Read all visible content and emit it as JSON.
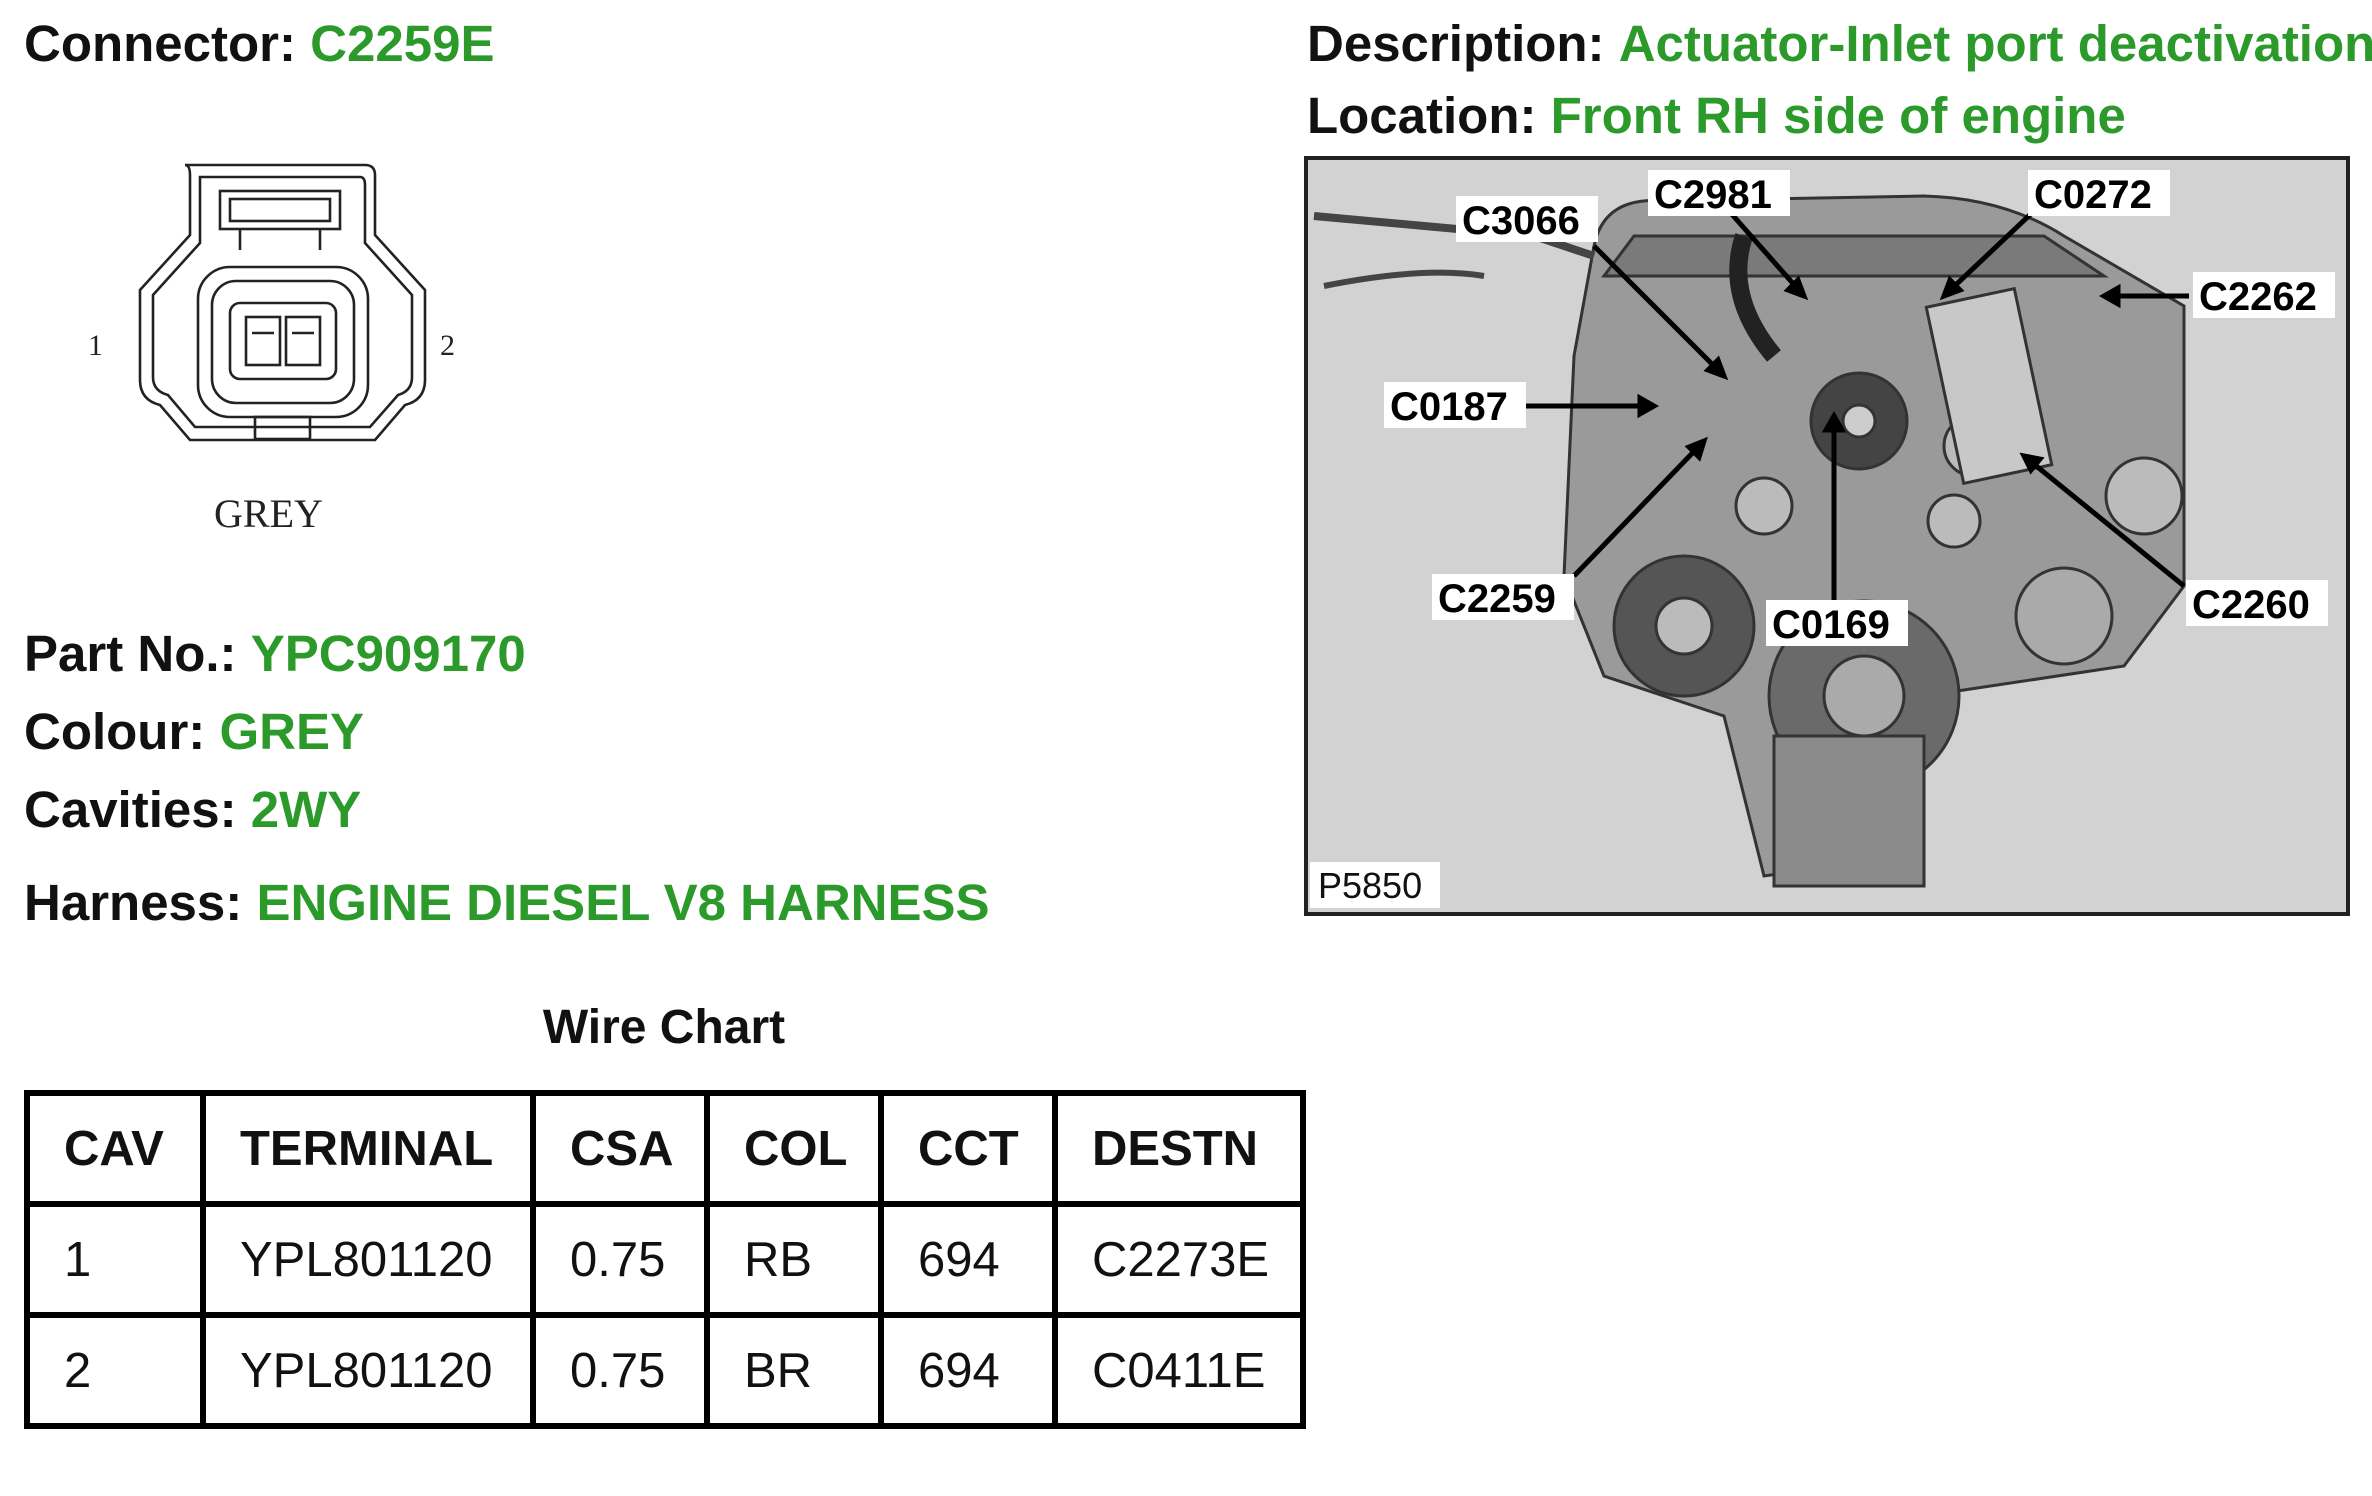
{
  "connector": {
    "label": "Connector:",
    "value": "C2259E"
  },
  "description": {
    "label": "Description:",
    "value": "Actuator-Inlet port deactivation"
  },
  "location": {
    "label": "Location:",
    "value": "Front RH side of engine"
  },
  "diagram": {
    "pin1": "1",
    "pin2": "2",
    "colour_label": "GREY"
  },
  "part_no": {
    "label": "Part No.:",
    "value": "YPC909170"
  },
  "colour": {
    "label": "Colour:",
    "value": "GREY"
  },
  "cavities": {
    "label": "Cavities:",
    "value": "2WY"
  },
  "harness": {
    "label": "Harness:",
    "value": "ENGINE DIESEL V8 HARNESS"
  },
  "wire_chart": {
    "title": "Wire Chart",
    "headers": [
      "CAV",
      "TERMINAL",
      "CSA",
      "COL",
      "CCT",
      "DESTN"
    ],
    "rows": [
      [
        "1",
        "YPL801120",
        "0.75",
        "RB",
        "694",
        "C2273E"
      ],
      [
        "2",
        "YPL801120",
        "0.75",
        "BR",
        "694",
        "C0411E"
      ]
    ]
  },
  "photo": {
    "reference": "P5850",
    "callouts": [
      "C2981",
      "C0272",
      "C3066",
      "C2262",
      "C0187",
      "C2259",
      "C0169",
      "C2260"
    ]
  },
  "colors": {
    "accent_green": "#2b9a2b",
    "text": "#111111"
  }
}
